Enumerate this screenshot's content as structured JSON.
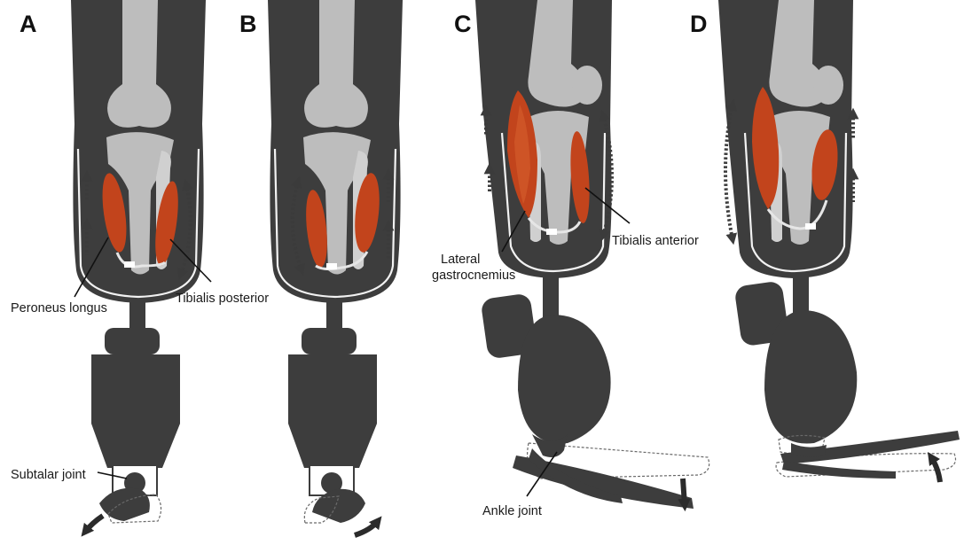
{
  "panels": [
    {
      "letter": "A"
    },
    {
      "letter": "B"
    },
    {
      "letter": "C"
    },
    {
      "letter": "D"
    }
  ],
  "labels": {
    "peroneus_longus": "Peroneus longus",
    "tibialis_posterior": "Tibialis posterior",
    "subtalar_joint": "Subtalar joint",
    "lateral_gastrocnemius_line1": "Lateral",
    "lateral_gastrocnemius_line2": "gastrocnemius",
    "tibialis_anterior": "Tibialis anterior",
    "ankle_joint": "Ankle joint"
  },
  "colors": {
    "prosthesis": "#3d3d3d",
    "bone": "#bdbdbd",
    "muscle": "#c2441c",
    "background": "#ffffff"
  },
  "icons": [
    "arrow-icon",
    "dotted-double-arrow-icon"
  ]
}
